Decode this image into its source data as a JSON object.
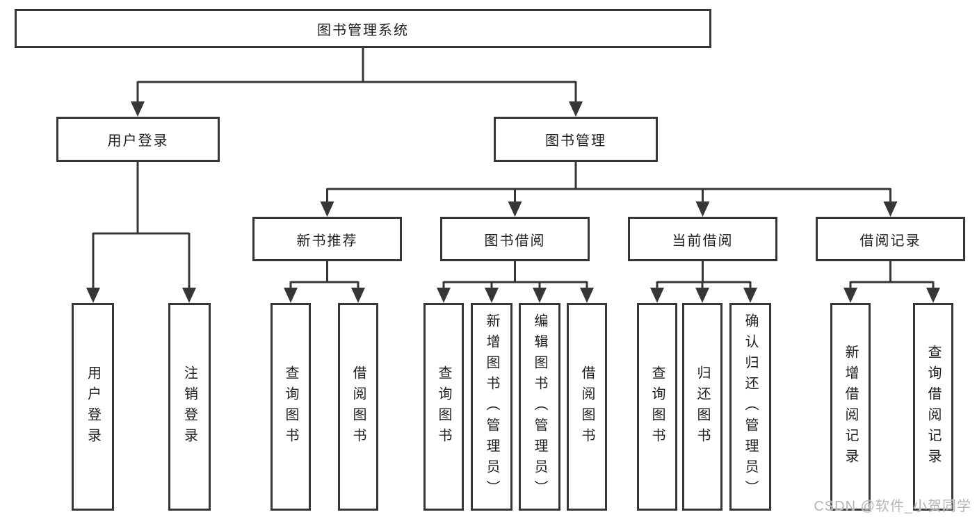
{
  "diagram": {
    "root_label": "图书管理系统",
    "watermark": "CSDN @软件_小贺同学",
    "colors": {
      "line": "#363636",
      "text": "#1f1f1f",
      "background": "#ffffff",
      "watermark": "#b5b5b5"
    },
    "branches": {
      "user_login": {
        "label": "用户登录",
        "children": [
          {
            "label": "用户登录"
          },
          {
            "label": "注销登录"
          }
        ]
      },
      "book_mgmt": {
        "label": "图书管理",
        "children": [
          {
            "label": "新书推荐",
            "children": [
              {
                "label": "查询图书"
              },
              {
                "label": "借阅图书"
              }
            ]
          },
          {
            "label": "图书借阅",
            "children": [
              {
                "label": "查询图书"
              },
              {
                "label": "新增图书（管理员）"
              },
              {
                "label": "编辑图书（管理员）"
              },
              {
                "label": "借阅图书"
              }
            ]
          },
          {
            "label": "当前借阅",
            "children": [
              {
                "label": "查询图书"
              },
              {
                "label": "归还图书"
              },
              {
                "label": "确认归还（管理员）"
              }
            ]
          },
          {
            "label": "借阅记录",
            "children": [
              {
                "label": "新增借阅记录"
              },
              {
                "label": "查询借阅记录"
              }
            ]
          }
        ]
      }
    }
  }
}
